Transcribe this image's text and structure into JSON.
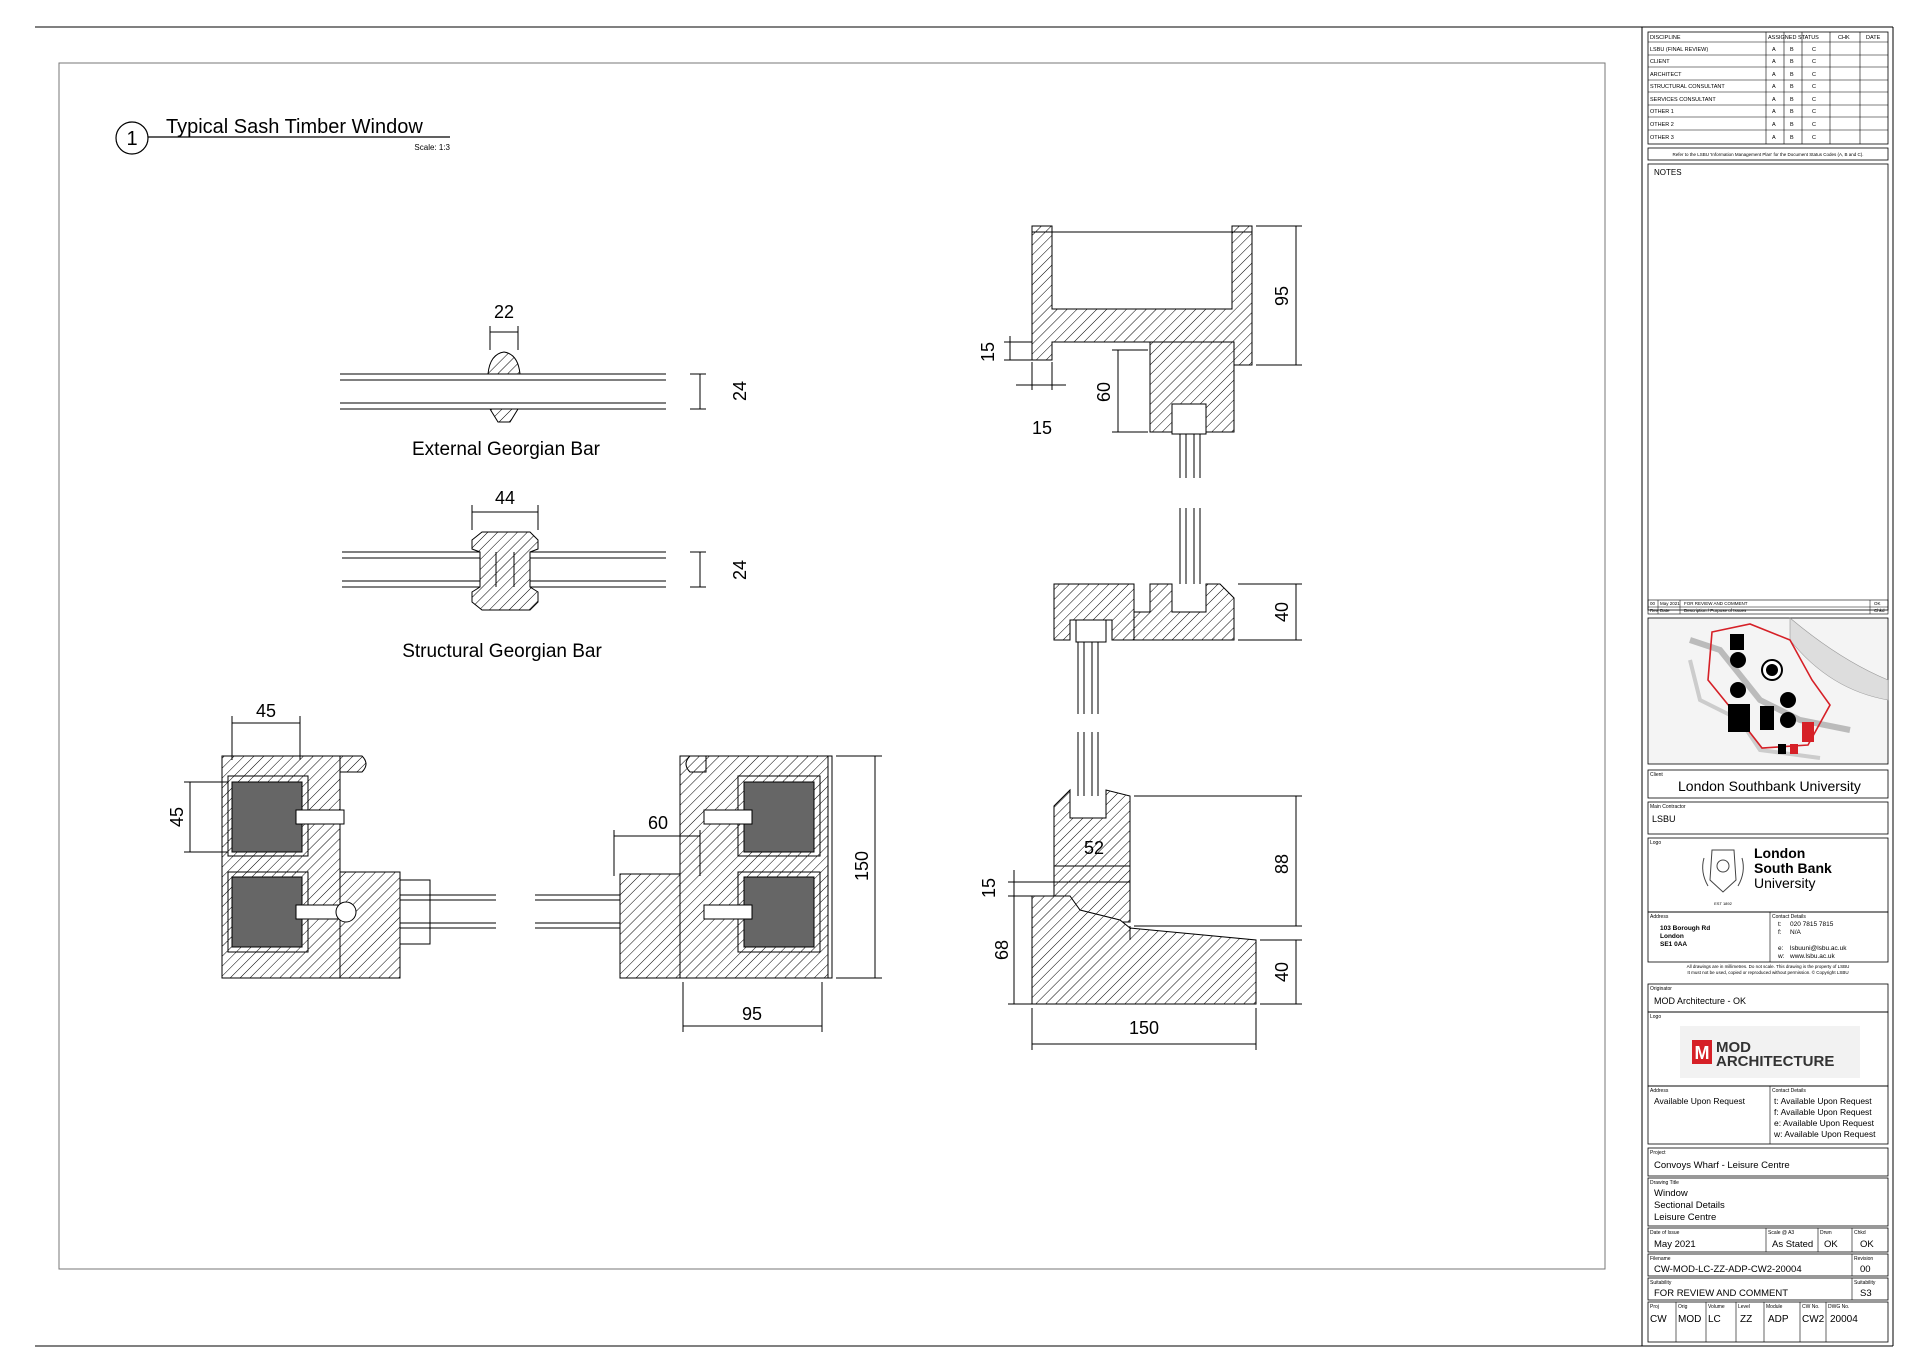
{
  "title_block_label": {
    "title": "Typical Sash Timber Window",
    "number": "1",
    "scale": "Scale: 1:3"
  },
  "details": {
    "external_bar": {
      "label": "External Georgian Bar",
      "dim_width": "22",
      "dim_height": "24"
    },
    "structural_bar": {
      "label": "Structural Georgian Bar",
      "dim_width": "44",
      "dim_height": "24"
    },
    "plan_left": {
      "dim_width": "45",
      "dim_height": "45"
    },
    "plan_right": {
      "dim_width": "60",
      "dim_height": "150",
      "dim_bottom": "95"
    },
    "section_head": {
      "dim_95": "95",
      "dim_15a": "15",
      "dim_15b": "15",
      "dim_60": "60"
    },
    "section_meeting": {
      "dim_40": "40"
    },
    "section_sill": {
      "dim_88": "88",
      "dim_52": "52",
      "dim_15": "15",
      "dim_68": "68",
      "dim_40": "40",
      "dim_150": "150"
    }
  },
  "status_table": {
    "headers": [
      "DISCIPLINE",
      "ASSIGNED STATUS",
      "CHK",
      "DATE"
    ],
    "rows": [
      [
        "LSBU (FINAL REVIEW)",
        "A",
        "B",
        "C"
      ],
      [
        "CLIENT",
        "A",
        "B",
        "C"
      ],
      [
        "ARCHITECT",
        "A",
        "B",
        "C"
      ],
      [
        "STRUCTURAL CONSULTANT",
        "A",
        "B",
        "C"
      ],
      [
        "SERVICES CONSULTANT",
        "A",
        "B",
        "C"
      ],
      [
        "OTHER 1",
        "A",
        "B",
        "C"
      ],
      [
        "OTHER 2",
        "A",
        "B",
        "C"
      ],
      [
        "OTHER 3",
        "A",
        "B",
        "C"
      ]
    ],
    "footnote": "Refer to the LSBU 'Information Management Plan' for the Document Status Codes (A, B and C)."
  },
  "notes_label": "NOTES",
  "revision": {
    "row": [
      "00",
      "May 2021",
      "FOR REVIEW AND COMMENT",
      "OK"
    ],
    "headers": [
      "Rev",
      "Date",
      "Description / Purpose of Issues",
      "Chkd"
    ]
  },
  "client": {
    "label": "Client",
    "value": "London Southbank University"
  },
  "main_contractor": {
    "label": "Main Contractor",
    "value": "LSBU"
  },
  "logo_label": "Logo",
  "lsbu_logo": {
    "line1": "London",
    "line2": "South Bank",
    "line3": "University",
    "est": "EST 1892"
  },
  "address": {
    "label": "Address",
    "line1": "103 Borough Rd",
    "line2": "London",
    "line3": "SE1 0AA"
  },
  "contact": {
    "label": "Contact Details",
    "t_label": "t:",
    "t": "020 7815 7815",
    "f_label": "f:",
    "f": "N/A",
    "e_label": "e:",
    "e": "lsbuuni@lsbu.ac.uk",
    "w_label": "w:",
    "w": "www.lsbu.ac.uk"
  },
  "disclaimer": {
    "line1": "All drawings are in millimetres. Do not scale. This drawing is the property of LSBU",
    "line2": "It must not be used, copied or reproduced without permission. © Copyright LSBU"
  },
  "originator": {
    "label": "Originator",
    "value": "MOD Architecture - OK"
  },
  "mod_logo": {
    "label": "Logo",
    "letter": "M",
    "line1": "MOD",
    "line2": "ARCHITECTURE"
  },
  "orig_address": {
    "label": "Address",
    "value": "Available Upon Request"
  },
  "orig_contact": {
    "label": "Contact Details",
    "t": "t: Available Upon Request",
    "f": "f: Available Upon Request",
    "e": "e: Available Upon Request",
    "w": "w: Available Upon Request"
  },
  "project": {
    "label": "Project",
    "value": "Convoys Wharf - Leisure Centre"
  },
  "drawing_title": {
    "label": "Drawing Title",
    "line1": "Window",
    "line2": "Sectional Details",
    "line3": "Leisure Centre"
  },
  "issue": {
    "date_label": "Date of Issue",
    "date": "May 2021",
    "scale_label": "Scale @ A3",
    "scale": "As Stated",
    "drwn_label": "Drwn",
    "drwn": "OK",
    "chkd_label": "Chkd",
    "chkd": "OK"
  },
  "filename": {
    "label": "Filename",
    "value": "CW-MOD-LC-ZZ-ADP-CW2-20004",
    "rev_label": "Revision",
    "rev": "00"
  },
  "suitability": {
    "label": "Suitability",
    "value": "FOR REVIEW AND COMMENT",
    "code_label": "Suitability",
    "code": "S3"
  },
  "codes": {
    "labels": [
      "Proj",
      "Orig",
      "Volume",
      "Level",
      "Module",
      "CW No.",
      "DWG No."
    ],
    "values": [
      "CW",
      "MOD",
      "LC",
      "ZZ",
      "ADP",
      "CW2",
      "20004"
    ]
  },
  "colors": {
    "hatch": "#000000",
    "glass_fill": "#666666",
    "accent_red": "#d62027",
    "line": "#000000"
  }
}
